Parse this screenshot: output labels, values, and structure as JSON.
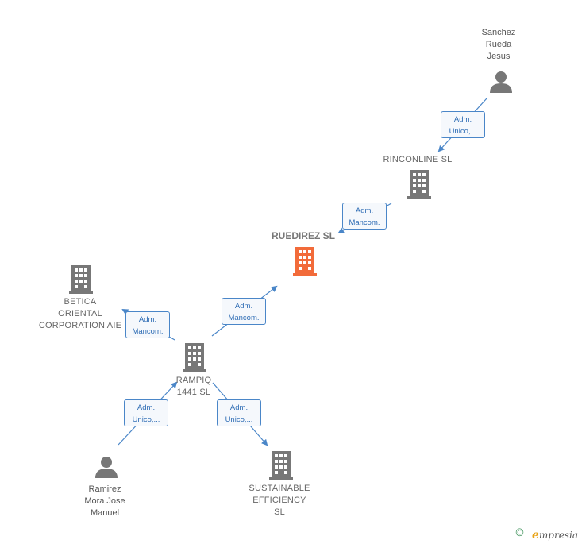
{
  "nodes": {
    "sanchez": {
      "label": "Sanchez\nRueda\nJesus",
      "kind": "person"
    },
    "rinconline": {
      "label": "RINCONLINE SL",
      "kind": "company"
    },
    "ruedirez": {
      "label": "RUEDIREZ  SL",
      "kind": "company-focus"
    },
    "betica": {
      "label": "BETICA\nORIENTAL\nCORPORATION AIE",
      "kind": "company"
    },
    "rampiq": {
      "label": "RAMPIQ\n1441  SL",
      "kind": "company"
    },
    "ramirez": {
      "label": "Ramirez\nMora Jose\nManuel",
      "kind": "person"
    },
    "sustainable": {
      "label": "SUSTAINABLE\nEFFICIENCY\nSL",
      "kind": "company"
    }
  },
  "relations": {
    "sanchez_rinconline": "Adm.\nUnico,...",
    "rinconline_ruedirez": "Adm.\nMancom.",
    "rampiq_ruedirez": "Adm.\nMancom.",
    "rampiq_betica": "Adm.\nMancom.",
    "ramirez_rampiq": "Adm.\nUnico,...",
    "rampiq_sustainable": "Adm.\nUnico,..."
  },
  "colors": {
    "edge": "#4a86c8",
    "icon": "#777777",
    "focus": "#f26b3a"
  },
  "footer": {
    "copyright": "©",
    "brand_initial": "e",
    "brand_rest": "mpresia"
  }
}
